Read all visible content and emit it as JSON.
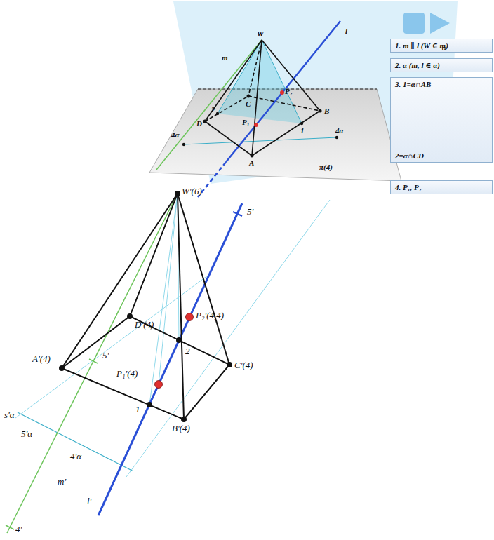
{
  "diagram": {
    "nodes": [
      {
        "text": [
          "1. m ∥ l (W ∈ m)"
        ]
      },
      {
        "text": [
          "2. α (m, l ∈ α)"
        ]
      },
      {
        "text": [
          "3. 1=α∩AB",
          "2=α∩CD"
        ]
      },
      {
        "text": [
          "4. P₁, P₂"
        ]
      }
    ],
    "edges": [],
    "labels": [
      "W",
      "l",
      "m",
      "α",
      "C",
      "P₂",
      "B",
      "D",
      "2",
      "P₁",
      "1",
      "A",
      "4α",
      "4α",
      "π(4)",
      "W'(6)",
      "5'",
      "D'(4)",
      "P₂'(4,4)",
      "2",
      "A'(4)",
      "5'",
      "C'(4)",
      "P₁'(4)",
      "s'α",
      "5'α",
      "1",
      "B'(4)",
      "4'α",
      "m'",
      "l'",
      "4'"
    ]
  }
}
